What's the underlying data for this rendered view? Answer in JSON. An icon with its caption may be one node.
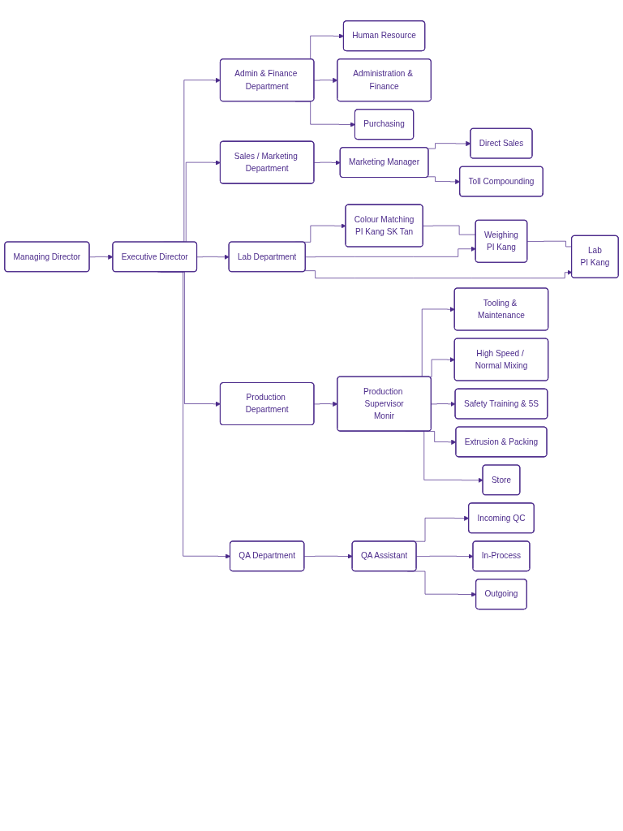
{
  "diagram": {
    "nodes": [
      {
        "text": [
          "Managing Director"
        ]
      },
      {
        "text": [
          "Executive Director"
        ]
      },
      {
        "text": [
          "Admin & Finance Department"
        ]
      },
      {
        "text": [
          "Sales / Marketing Department"
        ]
      },
      {
        "text": [
          "Lab Department"
        ]
      },
      {
        "text": [
          "Production Department"
        ]
      },
      {
        "text": [
          "QA Department"
        ]
      },
      {
        "text": [
          "Human Resource"
        ]
      },
      {
        "text": [
          "Administration & Finance"
        ]
      },
      {
        "text": [
          "Purchasing"
        ]
      },
      {
        "text": [
          "Marketing Manager"
        ]
      },
      {
        "text": [
          "Direct Sales"
        ]
      },
      {
        "text": [
          "Toll Compounding"
        ]
      },
      {
        "text": [
          "Colour Matching",
          "PI Kang SK Tan"
        ]
      },
      {
        "text": [
          "Weighing",
          "PI Kang"
        ]
      },
      {
        "text": [
          "Lab",
          "PI Kang"
        ]
      },
      {
        "text": [
          "Production Supervisor",
          "Monir"
        ]
      },
      {
        "text": [
          "QA Assistant"
        ]
      },
      {
        "text": [
          "Incoming QC"
        ]
      },
      {
        "text": [
          "In-Process"
        ]
      },
      {
        "text": [
          "Outgoing"
        ]
      },
      {
        "text": [
          "Tooling & Maintenance"
        ]
      },
      {
        "text": [
          "High Speed / Normal Mixing"
        ]
      },
      {
        "text": [
          "Safety Training & 5S"
        ]
      },
      {
        "text": [
          "Extrusion & Packing"
        ]
      },
      {
        "text": [
          "Store"
        ]
      }
    ],
    "edges": [
      {
        "from": 0,
        "to": 1,
        "arrow": "to"
      },
      {
        "from": 1,
        "to": 2,
        "arrow": "to"
      },
      {
        "from": 1,
        "to": 3,
        "arrow": "to"
      },
      {
        "from": 1,
        "to": 4,
        "arrow": "to"
      },
      {
        "from": 1,
        "to": 5,
        "arrow": "to"
      },
      {
        "from": 1,
        "to": 6,
        "arrow": "to"
      },
      {
        "from": 2,
        "to": 7,
        "arrow": "to"
      },
      {
        "from": 2,
        "to": 8,
        "arrow": "to"
      },
      {
        "from": 2,
        "to": 9,
        "arrow": "to"
      },
      {
        "from": 3,
        "to": 10,
        "arrow": "to"
      },
      {
        "from": 10,
        "to": 11,
        "arrow": "to"
      },
      {
        "from": 10,
        "to": 12,
        "arrow": "to"
      },
      {
        "from": 4,
        "to": 13,
        "arrow": "to"
      },
      {
        "from": 4,
        "to": 14,
        "arrow": "to"
      },
      {
        "from": 4,
        "to": 15,
        "arrow": "to"
      },
      {
        "from": 13,
        "to": 14,
        "arrow": "none"
      },
      {
        "from": 14,
        "to": 15,
        "arrow": "none"
      },
      {
        "from": 5,
        "to": 16,
        "arrow": "to"
      },
      {
        "from": 16,
        "to": 21,
        "arrow": "to"
      },
      {
        "from": 16,
        "to": 22,
        "arrow": "to"
      },
      {
        "from": 16,
        "to": 23,
        "arrow": "to"
      },
      {
        "from": 16,
        "to": 24,
        "arrow": "to"
      },
      {
        "from": 16,
        "to": 25,
        "arrow": "to"
      },
      {
        "from": 6,
        "to": 17,
        "arrow": "to"
      },
      {
        "from": 17,
        "to": 18,
        "arrow": "to"
      },
      {
        "from": 17,
        "to": 19,
        "arrow": "to"
      },
      {
        "from": 17,
        "to": 20,
        "arrow": "to"
      }
    ]
  }
}
